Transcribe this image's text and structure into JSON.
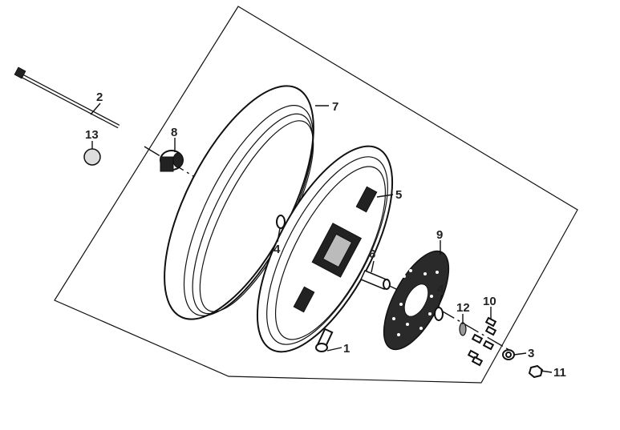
{
  "diagram": {
    "labels": {
      "p1": "1",
      "p2": "2",
      "p3": "3",
      "p4a": "4",
      "p4b": "4",
      "p5": "5",
      "p6": "6",
      "p7": "7",
      "p8": "8",
      "p9": "9",
      "p10": "10",
      "p11": "11",
      "p12": "12",
      "p13": "13"
    }
  }
}
